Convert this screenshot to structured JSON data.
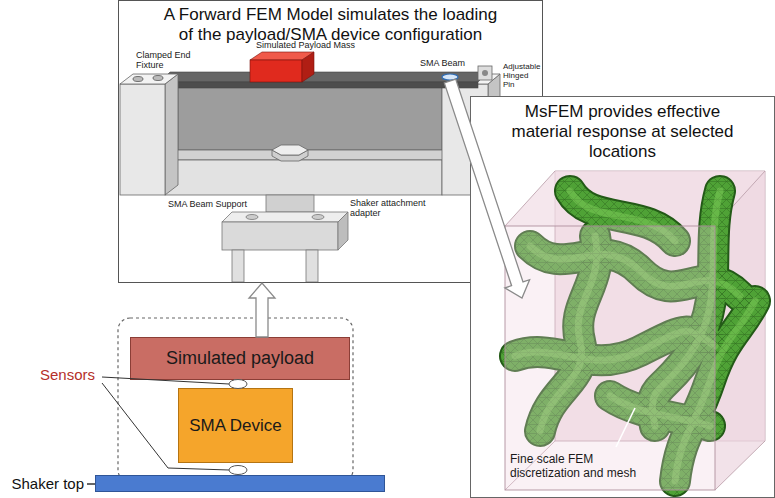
{
  "diagram": {
    "nodes": [
      {
        "text": [
          "A Forward FEM Model simulates the loading of the payload/SMA device configuration"
        ]
      },
      {
        "text": [
          "MsFEM provides effective material response at selected locations"
        ]
      },
      {
        "text": [
          "Simulated payload"
        ]
      },
      {
        "text": [
          "SMA Device"
        ]
      },
      {
        "text": [
          "Shaker top"
        ]
      }
    ],
    "edges": [
      {
        "from": 2,
        "to": 0,
        "arrow": "to"
      },
      {
        "from": 0,
        "to": 1,
        "arrow": "to"
      }
    ],
    "labels": [
      "Simulated Payload Mass",
      "SMA Beam",
      "Clamped End Fixture",
      "Adjustable Hinged Pin",
      "SMA Beam Support",
      "Shaker attachment adapter",
      "Fine scale FEM discretization and mesh",
      "Sensors"
    ]
  }
}
